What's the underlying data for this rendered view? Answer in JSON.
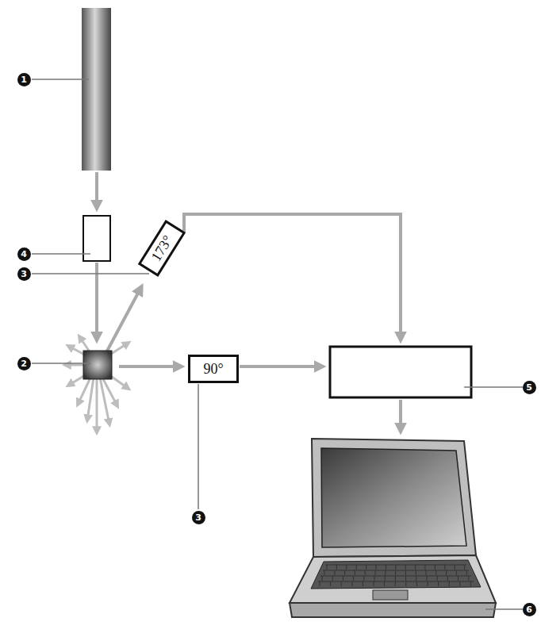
{
  "diagram": {
    "nodes": [
      {
        "text": [
          "173°"
        ]
      },
      {
        "text": [
          "90°"
        ]
      }
    ],
    "labels": [
      "1",
      "4",
      "3",
      "2",
      "3",
      "5",
      "6"
    ]
  }
}
